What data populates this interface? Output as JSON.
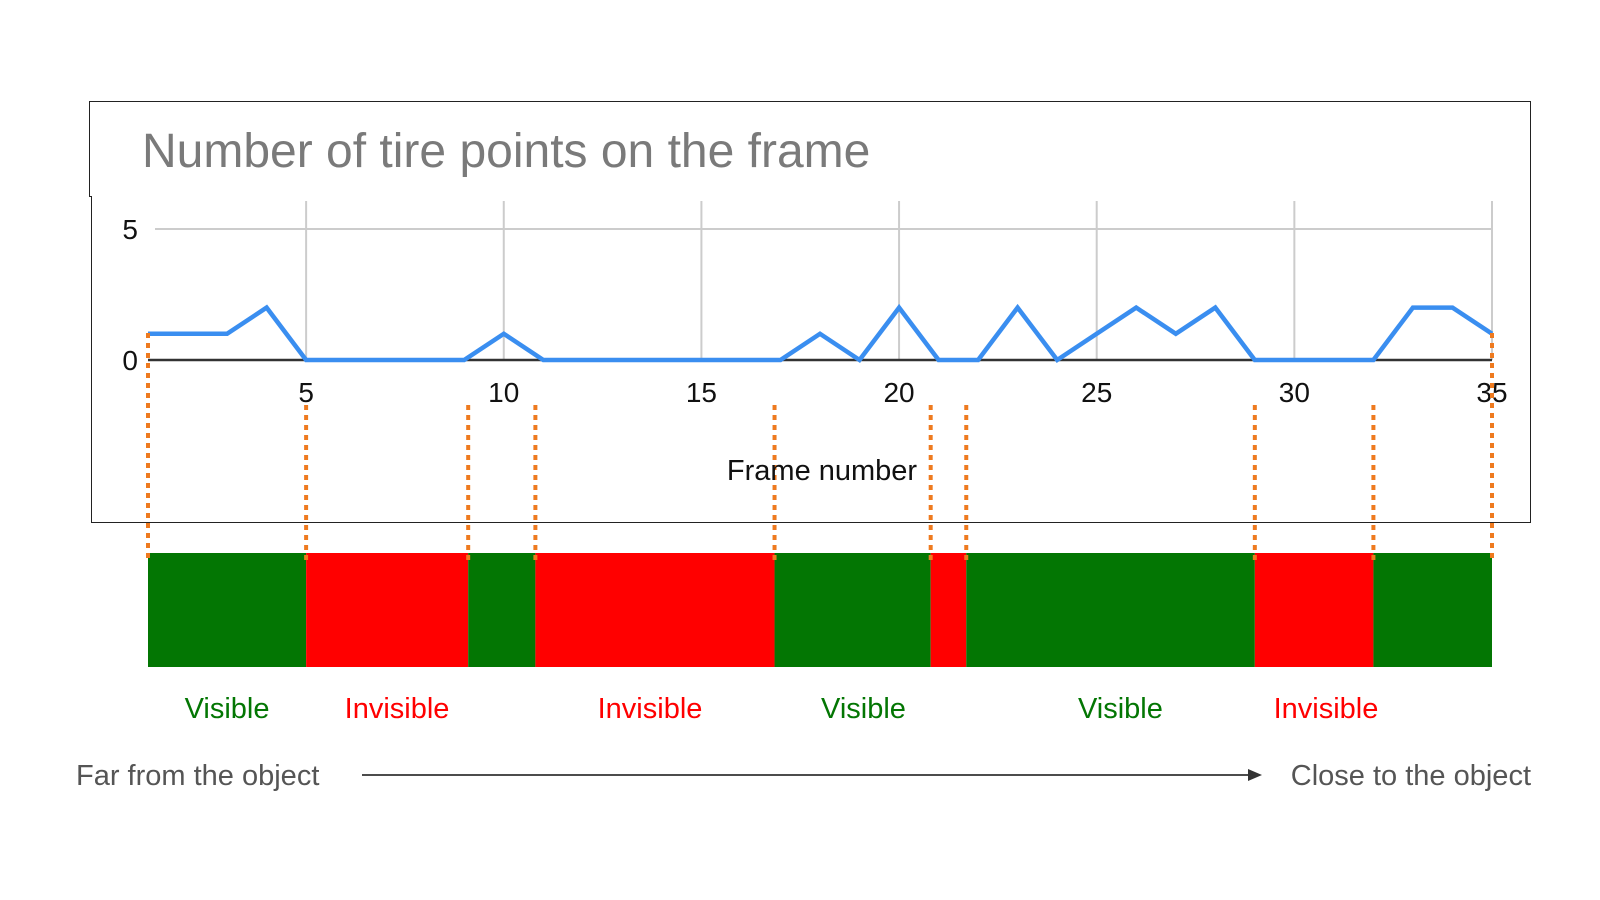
{
  "chart_data": {
    "type": "line",
    "title": "Number of tire points on the frame",
    "xlabel": "Frame number",
    "ylabel": "",
    "xlim": [
      1,
      35
    ],
    "ylim": [
      0,
      5
    ],
    "x_ticks": [
      5,
      10,
      15,
      20,
      25,
      30,
      35
    ],
    "y_ticks": [
      0,
      5
    ],
    "grid": true,
    "line_color": "#3a8ef0",
    "x": [
      1,
      2,
      3,
      4,
      5,
      6,
      7,
      8,
      9,
      10,
      11,
      12,
      13,
      14,
      15,
      16,
      17,
      18,
      19,
      20,
      21,
      22,
      23,
      24,
      25,
      26,
      27,
      28,
      29,
      30,
      31,
      32,
      33,
      34,
      35
    ],
    "values": [
      1,
      1,
      1,
      2,
      0,
      0,
      0,
      0,
      0,
      1,
      0,
      0,
      0,
      0,
      0,
      0,
      0,
      1,
      0,
      2,
      0,
      0,
      2,
      0,
      1,
      2,
      1,
      2,
      0,
      0,
      0,
      0,
      2,
      2,
      1
    ],
    "boundaries": [
      1,
      5,
      9.1,
      10.8,
      16.85,
      20.8,
      21.7,
      29,
      32,
      35
    ],
    "visibility_segments": [
      {
        "start": 1,
        "end": 5,
        "state": "visible"
      },
      {
        "start": 5,
        "end": 9.1,
        "state": "invisible"
      },
      {
        "start": 9.1,
        "end": 10.8,
        "state": "visible"
      },
      {
        "start": 10.8,
        "end": 16.85,
        "state": "invisible"
      },
      {
        "start": 16.85,
        "end": 20.8,
        "state": "visible"
      },
      {
        "start": 20.8,
        "end": 21.7,
        "state": "invisible"
      },
      {
        "start": 21.7,
        "end": 29,
        "state": "visible"
      },
      {
        "start": 29,
        "end": 32,
        "state": "invisible"
      },
      {
        "start": 32,
        "end": 35,
        "state": "visible"
      }
    ],
    "segment_labels": [
      {
        "text": "Visible",
        "state": "visible",
        "at": 3
      },
      {
        "text": "Invisible",
        "state": "invisible",
        "at": 7.3
      },
      {
        "text": "Invisible",
        "state": "invisible",
        "at": 13.7
      },
      {
        "text": "Visible",
        "state": "visible",
        "at": 19.1
      },
      {
        "text": "Visible",
        "state": "visible",
        "at": 25.6
      },
      {
        "text": "Invisible",
        "state": "invisible",
        "at": 30.8
      }
    ],
    "colors": {
      "visible": "#037603",
      "invisible": "#ff0000",
      "boundary": "#ee7a1f"
    },
    "axis_caption": {
      "left": "Far from the object",
      "right": "Close to the object"
    }
  }
}
